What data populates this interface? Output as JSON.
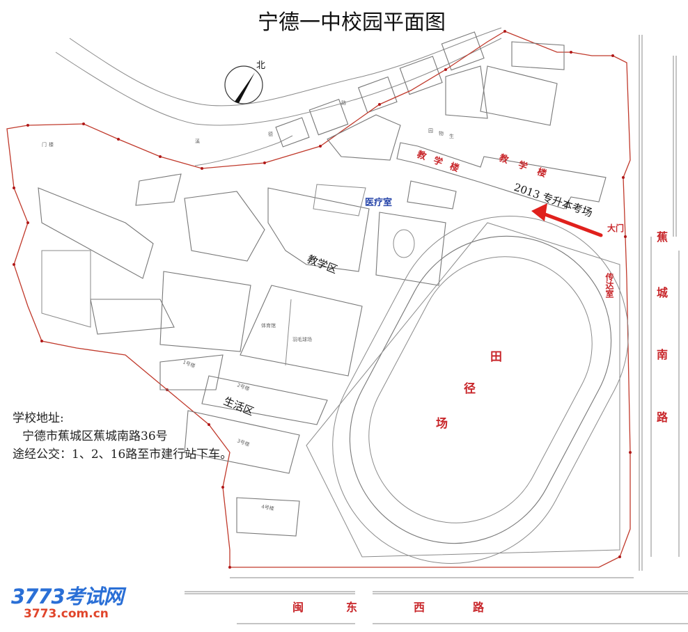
{
  "title": "宁德一中校园平面图",
  "compass": {
    "label": "北",
    "icon": "north-arrow-icon"
  },
  "labels": {
    "teaching_building_1": "教学楼",
    "teaching_building_2": "教学楼",
    "exam_site": "2013 专升本考场",
    "main_gate": "大门",
    "guard_room": "传达室",
    "clinic": "医疗室",
    "teaching_zone": "教学区",
    "living_zone": "生活区",
    "track_field": [
      "田",
      "径",
      "场"
    ],
    "gym_1": "体育馆",
    "gym_2": "羽毛球场",
    "small_labels": [
      "园",
      "物",
      "生",
      "溪",
      "德",
      "路",
      "门",
      "楼",
      "1号楼",
      "2号楼",
      "3号楼",
      "4号楼"
    ]
  },
  "roads": {
    "east": [
      "蕉",
      "城",
      "南",
      "路"
    ],
    "south": [
      "闽",
      "东",
      "西",
      "路"
    ]
  },
  "address": {
    "heading": "学校地址:",
    "line": "宁德市蕉城区蕉城南路36号",
    "bus": "途经公交：1、2、16路至市建行站下车。"
  },
  "watermark": {
    "main": "3773考试网",
    "sub": "3773.com.cn"
  },
  "colors": {
    "boundary": "#c0392b",
    "label_red": "#c8262a",
    "clinic_blue": "#2443a8",
    "arrow": "#e0201c"
  }
}
